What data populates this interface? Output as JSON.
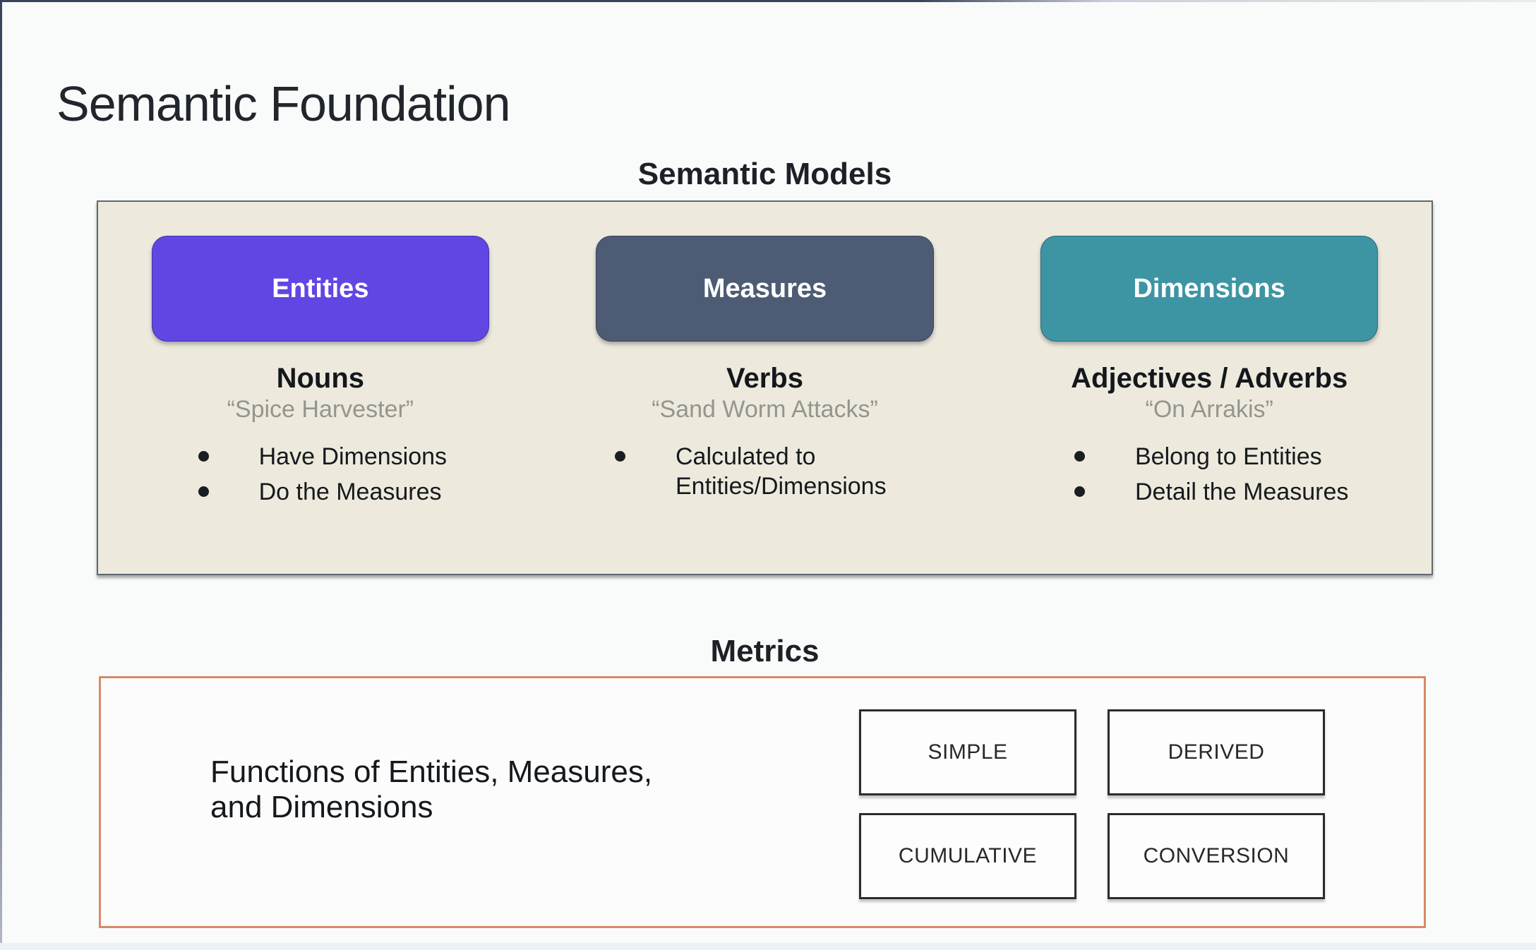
{
  "page": {
    "title": "Semantic Foundation"
  },
  "semantic_models": {
    "heading": "Semantic Models",
    "panel_background": "#edeadd",
    "panel_border": "#5f6870",
    "columns": [
      {
        "button": "Entities",
        "color": "#6246e4",
        "word_type": "Nouns",
        "example": "“Spice Harvester”",
        "bullets": [
          "Have Dimensions",
          "Do the Measures"
        ]
      },
      {
        "button": "Measures",
        "color": "#4d5c74",
        "word_type": "Verbs",
        "example": "“Sand Worm Attacks”",
        "bullets": [
          "Calculated to Entities/Dimensions"
        ]
      },
      {
        "button": "Dimensions",
        "color": "#3d95a4",
        "word_type": "Adjectives / Adverbs",
        "example": "“On Arrakis”",
        "bullets": [
          "Belong to Entities",
          "Detail the Measures"
        ]
      }
    ]
  },
  "metrics": {
    "heading": "Metrics",
    "border_color": "#d78a66",
    "description": "Functions of Entities, Measures,\nand Dimensions",
    "types": [
      "SIMPLE",
      "DERIVED",
      "CUMULATIVE",
      "CONVERSION"
    ]
  }
}
